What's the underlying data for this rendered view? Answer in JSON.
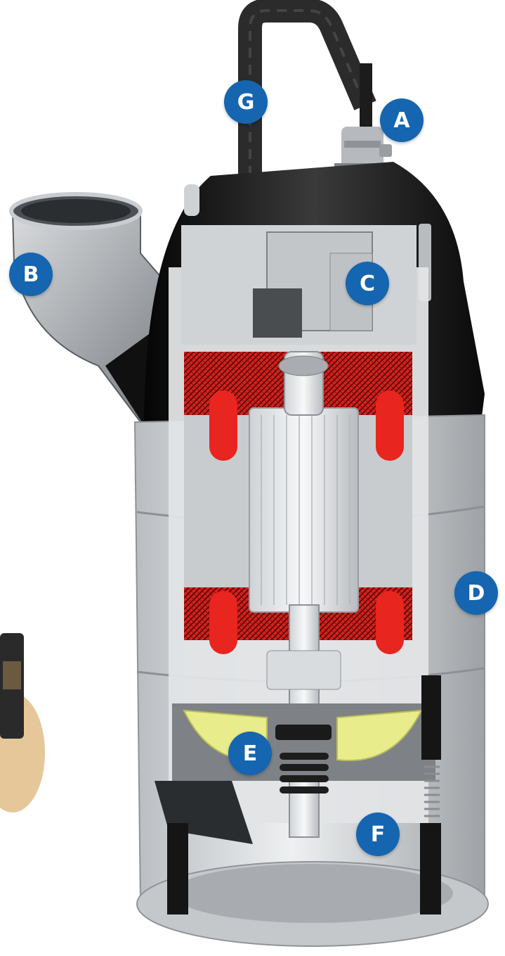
{
  "colors": {
    "marker_blue": "#1565b0",
    "motor_red": "#e8251f",
    "impeller_yellow": "#e8ec8a",
    "housing_black": "#151515",
    "steel_light": "#d7d9db",
    "steel_mid": "#a9adb1"
  },
  "markers": {
    "a": "A",
    "b": "B",
    "c": "C",
    "d": "D",
    "e": "E",
    "f": "F",
    "g": "G"
  }
}
